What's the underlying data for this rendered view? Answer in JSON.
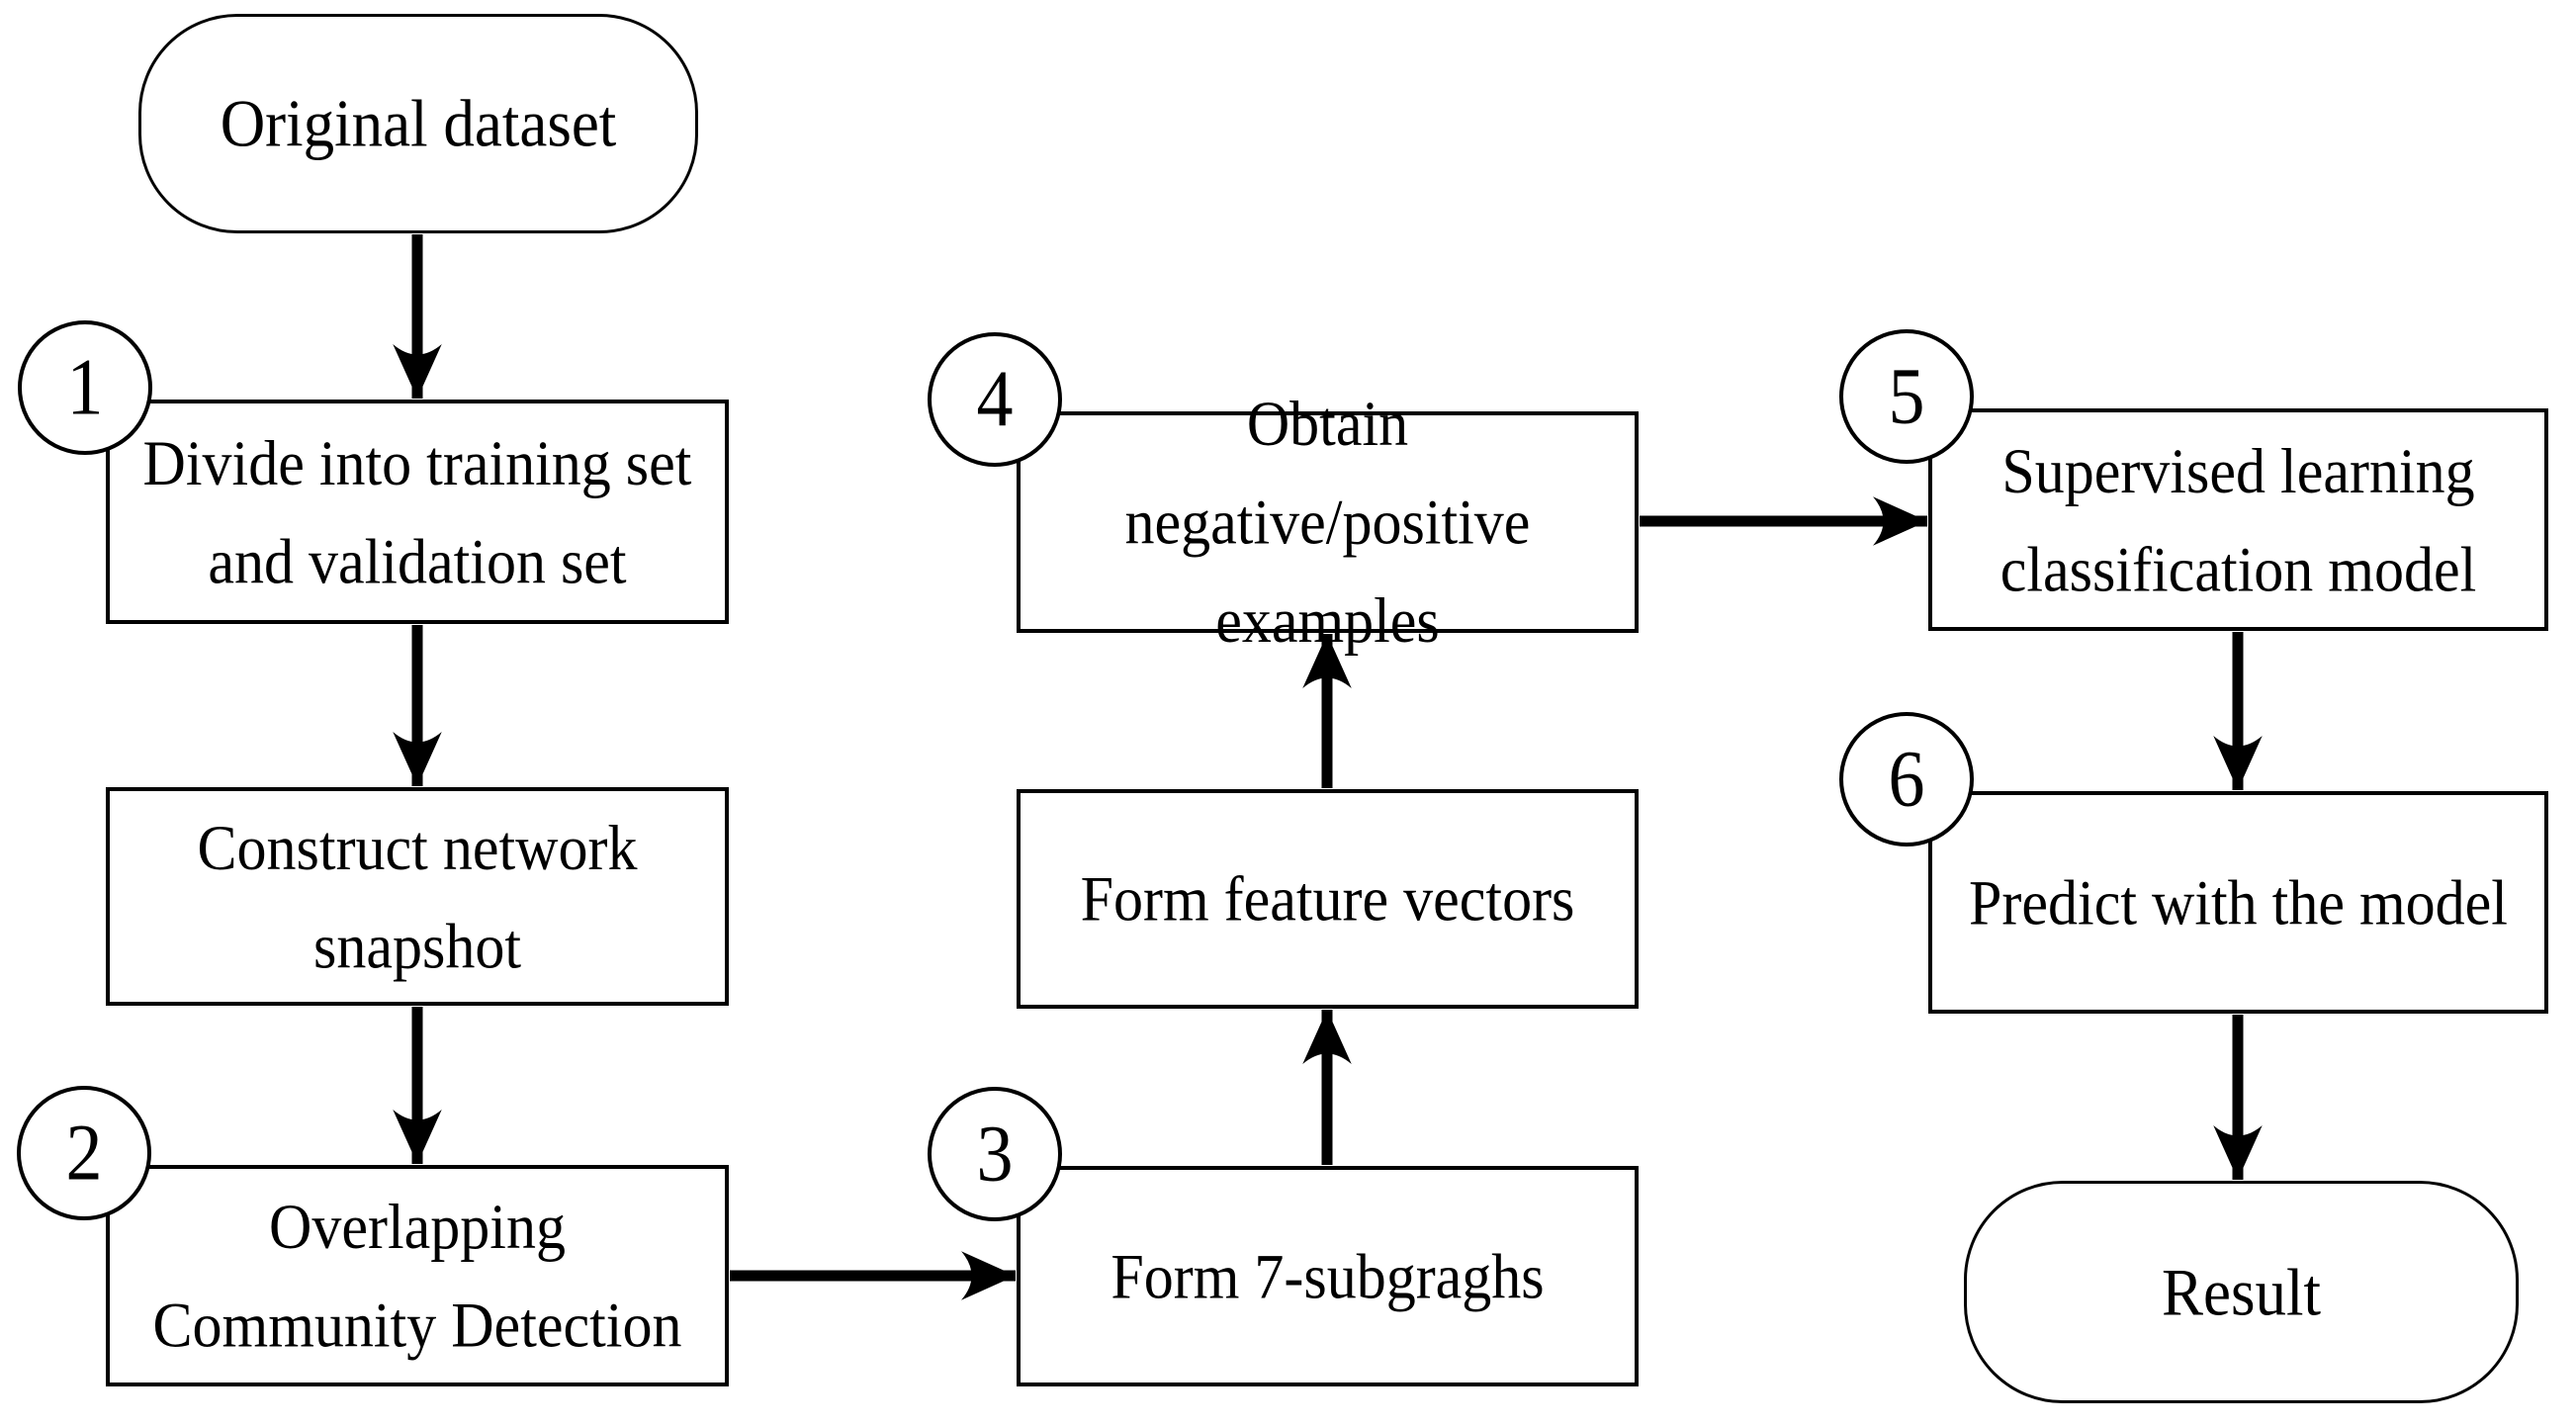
{
  "diagram": {
    "background_color": "#ffffff",
    "line_color": "#000000",
    "nodes": {
      "original_dataset": {
        "shape": "terminator",
        "label": "Original dataset"
      },
      "divide_sets": {
        "shape": "process",
        "step": "1",
        "label": "Divide into training set\nand validation set"
      },
      "construct_snapshot": {
        "shape": "process",
        "label": "Construct network\nsnapshot"
      },
      "community_detection": {
        "shape": "process",
        "step": "2",
        "label": "Overlapping\nCommunity Detection"
      },
      "form_subgraphs": {
        "shape": "process",
        "step": "3",
        "label": "Form 7-subgraghs"
      },
      "form_feature_vectors": {
        "shape": "process",
        "label": "Form feature vectors"
      },
      "obtain_examples": {
        "shape": "process",
        "step": "4",
        "label": "Obtain\nnegative/positive\nexamples"
      },
      "supervised_model": {
        "shape": "process",
        "step": "5",
        "label": "Supervised learning\nclassification model"
      },
      "predict_model": {
        "shape": "process",
        "step": "6",
        "label": "Predict with the model"
      },
      "result": {
        "shape": "terminator",
        "label": "Result"
      }
    },
    "edges": [
      "original_dataset -> divide_sets",
      "divide_sets -> construct_snapshot",
      "construct_snapshot -> community_detection",
      "community_detection -> form_subgraphs",
      "form_subgraphs -> form_feature_vectors",
      "form_feature_vectors -> obtain_examples",
      "obtain_examples -> supervised_model",
      "supervised_model -> predict_model",
      "predict_model -> result"
    ]
  }
}
